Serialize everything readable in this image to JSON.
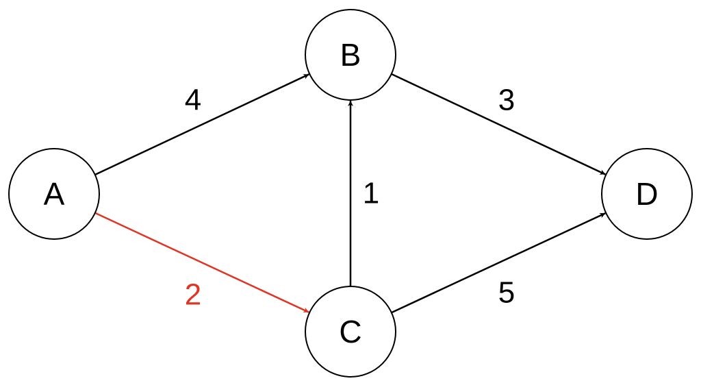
{
  "colors": {
    "default_edge": "#000000",
    "highlight_edge": "#e03424"
  },
  "nodes": [
    {
      "id": "A",
      "label": "A"
    },
    {
      "id": "B",
      "label": "B"
    },
    {
      "id": "C",
      "label": "C"
    },
    {
      "id": "D",
      "label": "D"
    }
  ],
  "edges": [
    {
      "id": "ab",
      "from": "A",
      "to": "B",
      "weight": "4",
      "highlighted": false
    },
    {
      "id": "ac",
      "from": "A",
      "to": "C",
      "weight": "2",
      "highlighted": true
    },
    {
      "id": "cb",
      "from": "C",
      "to": "B",
      "weight": "1",
      "highlighted": false
    },
    {
      "id": "bd",
      "from": "B",
      "to": "D",
      "weight": "3",
      "highlighted": false
    },
    {
      "id": "cd",
      "from": "C",
      "to": "D",
      "weight": "5",
      "highlighted": false
    }
  ]
}
